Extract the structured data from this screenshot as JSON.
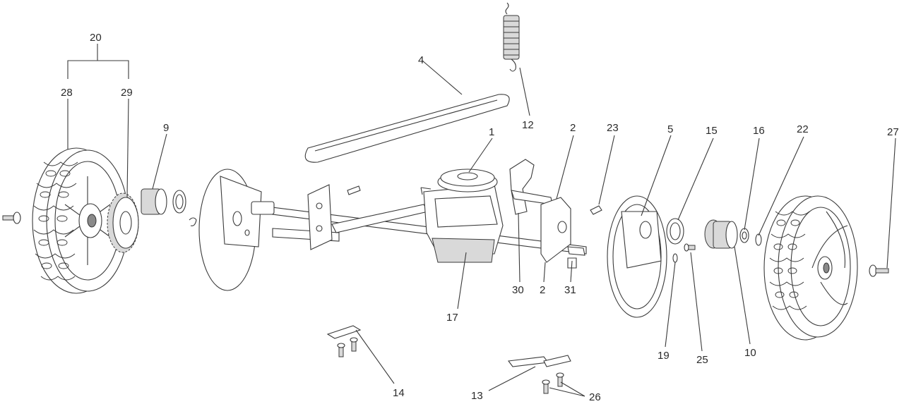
{
  "diagram": {
    "labels": [
      {
        "id": "20",
        "text": "20"
      },
      {
        "id": "28",
        "text": "28"
      },
      {
        "id": "29",
        "text": "29"
      },
      {
        "id": "9",
        "text": "9"
      },
      {
        "id": "4",
        "text": "4"
      },
      {
        "id": "12",
        "text": "12"
      },
      {
        "id": "1",
        "text": "1"
      },
      {
        "id": "2a",
        "text": "2"
      },
      {
        "id": "23",
        "text": "23"
      },
      {
        "id": "5",
        "text": "5"
      },
      {
        "id": "15",
        "text": "15"
      },
      {
        "id": "16",
        "text": "16"
      },
      {
        "id": "22",
        "text": "22"
      },
      {
        "id": "27",
        "text": "27"
      },
      {
        "id": "30",
        "text": "30"
      },
      {
        "id": "2b",
        "text": "2"
      },
      {
        "id": "31",
        "text": "31"
      },
      {
        "id": "17",
        "text": "17"
      },
      {
        "id": "19",
        "text": "19"
      },
      {
        "id": "25",
        "text": "25"
      },
      {
        "id": "10",
        "text": "10"
      },
      {
        "id": "14",
        "text": "14"
      },
      {
        "id": "13",
        "text": "13"
      },
      {
        "id": "26",
        "text": "26"
      }
    ]
  }
}
